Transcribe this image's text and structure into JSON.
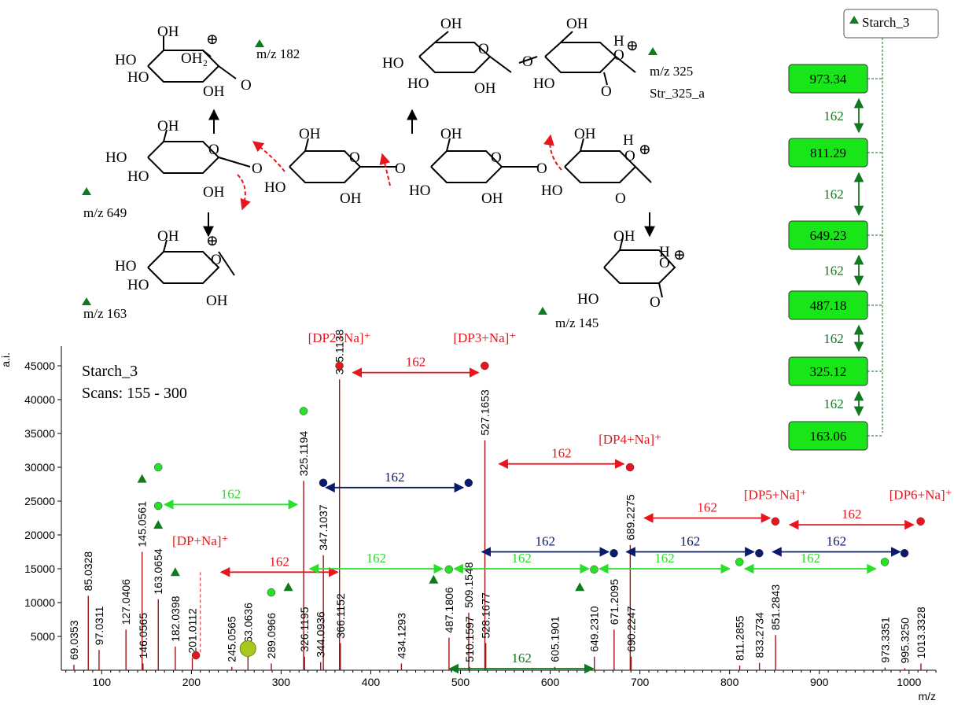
{
  "chart_data": {
    "type": "mass-spectrum",
    "y_axis_label": "a.i.",
    "x_axis_label": "m/z",
    "xlim": [
      55,
      1030
    ],
    "ylim": [
      0,
      47000
    ],
    "x_ticks": [
      100,
      200,
      300,
      400,
      500,
      600,
      700,
      800,
      900,
      1000
    ],
    "y_ticks": [
      5000,
      10000,
      15000,
      20000,
      25000,
      30000,
      35000,
      40000,
      45000
    ],
    "info_lines": [
      "Starch_3",
      "Scans: 155 - 300"
    ],
    "peaks": [
      {
        "mz": 69.0353,
        "intensity": 800,
        "label": "69.0353"
      },
      {
        "mz": 85.0328,
        "intensity": 11000,
        "label": "85.0328"
      },
      {
        "mz": 97.0311,
        "intensity": 3000,
        "label": "97.0311"
      },
      {
        "mz": 127.0406,
        "intensity": 6000,
        "label": "127.0406"
      },
      {
        "mz": 145.0561,
        "intensity": 17500,
        "label": "145.0561"
      },
      {
        "mz": 146.0565,
        "intensity": 1000,
        "label": "146.0565"
      },
      {
        "mz": 163.0654,
        "intensity": 10500,
        "label": "163.0654"
      },
      {
        "mz": 182.0398,
        "intensity": 3500,
        "label": "182.0398"
      },
      {
        "mz": 201.0112,
        "intensity": 1800,
        "label": "201.0112"
      },
      {
        "mz": 245.0565,
        "intensity": 500,
        "label": "245.0565"
      },
      {
        "mz": 263.0636,
        "intensity": 2500,
        "label": "263.0636"
      },
      {
        "mz": 289.0966,
        "intensity": 1000,
        "label": "289.0966"
      },
      {
        "mz": 325.1194,
        "intensity": 28000,
        "label": "325.1194"
      },
      {
        "mz": 326.1195,
        "intensity": 2000,
        "label": "326.1195"
      },
      {
        "mz": 344.0936,
        "intensity": 1200,
        "label": "344.0936"
      },
      {
        "mz": 347.1037,
        "intensity": 17000,
        "label": "347.1037"
      },
      {
        "mz": 365.1138,
        "intensity": 43000,
        "label": "365.1138"
      },
      {
        "mz": 366.1152,
        "intensity": 4000,
        "label": "366.1152"
      },
      {
        "mz": 434.1293,
        "intensity": 1000,
        "label": "434.1293"
      },
      {
        "mz": 487.1806,
        "intensity": 4800,
        "label": "487.1806"
      },
      {
        "mz": 509.1548,
        "intensity": 8500,
        "label": "509.1548"
      },
      {
        "mz": 510.1597,
        "intensity": 500,
        "label": "510.1597"
      },
      {
        "mz": 527.1653,
        "intensity": 34000,
        "label": "527.1653"
      },
      {
        "mz": 528.1677,
        "intensity": 4000,
        "label": "528.1677"
      },
      {
        "mz": 605.1901,
        "intensity": 500,
        "label": "605.1901"
      },
      {
        "mz": 649.231,
        "intensity": 2000,
        "label": "649.2310"
      },
      {
        "mz": 671.2095,
        "intensity": 6000,
        "label": "671.2095"
      },
      {
        "mz": 689.2275,
        "intensity": 18500,
        "label": "689.2275"
      },
      {
        "mz": 690.2247,
        "intensity": 2000,
        "label": "690.2247"
      },
      {
        "mz": 811.2855,
        "intensity": 700,
        "label": "811.2855"
      },
      {
        "mz": 833.2734,
        "intensity": 1100,
        "label": "833.2734"
      },
      {
        "mz": 851.2843,
        "intensity": 5200,
        "label": "851.2843"
      },
      {
        "mz": 973.3351,
        "intensity": 400,
        "label": "973.3351"
      },
      {
        "mz": 995.325,
        "intensity": 300,
        "label": "995.3250"
      },
      {
        "mz": 1013.3328,
        "intensity": 1000,
        "label": "1013.3328"
      }
    ],
    "ion_labels": [
      {
        "mz": 210,
        "intensity": 18500,
        "text": "[DP+Na]⁺"
      },
      {
        "mz": 365,
        "intensity": 48500,
        "text": "[DP2+Na]⁺"
      },
      {
        "mz": 527,
        "intensity": 48500,
        "text": "[DP3+Na]⁺"
      },
      {
        "mz": 689,
        "intensity": 33500,
        "text": "[DP4+Na]⁺"
      },
      {
        "mz": 851,
        "intensity": 25300,
        "text": "[DP5+Na]⁺"
      },
      {
        "mz": 1013,
        "intensity": 25300,
        "text": "[DP6+Na]⁺"
      }
    ],
    "series_arrows": [
      {
        "color": "red",
        "from": 233,
        "to": 363,
        "intensity": 14500,
        "label": "162"
      },
      {
        "color": "red",
        "from": 380,
        "to": 520,
        "intensity": 44000,
        "label": "162"
      },
      {
        "color": "red",
        "from": 543,
        "to": 682,
        "intensity": 30500,
        "label": "162"
      },
      {
        "color": "red",
        "from": 705,
        "to": 845,
        "intensity": 22500,
        "label": "162"
      },
      {
        "color": "red",
        "from": 867,
        "to": 1005,
        "intensity": 21500,
        "label": "162"
      },
      {
        "color": "navy",
        "from": 350,
        "to": 503,
        "intensity": 27000,
        "label": "162"
      },
      {
        "color": "navy",
        "from": 524,
        "to": 665,
        "intensity": 17500,
        "label": "162"
      },
      {
        "color": "navy",
        "from": 685,
        "to": 827,
        "intensity": 17500,
        "label": "162"
      },
      {
        "color": "navy",
        "from": 848,
        "to": 990,
        "intensity": 17500,
        "label": "162"
      },
      {
        "color": "lime",
        "from": 170,
        "to": 318,
        "intensity": 24500,
        "label": "162"
      },
      {
        "color": "lime",
        "from": 332,
        "to": 480,
        "intensity": 15000,
        "label": "162"
      },
      {
        "color": "lime",
        "from": 493,
        "to": 643,
        "intensity": 15000,
        "label": "162"
      },
      {
        "color": "lime",
        "from": 655,
        "to": 800,
        "intensity": 15000,
        "label": "162"
      },
      {
        "color": "lime",
        "from": 817,
        "to": 963,
        "intensity": 15000,
        "label": "162"
      },
      {
        "color": "green",
        "from": 488,
        "to": 648,
        "intensity": 0,
        "label": "162"
      }
    ],
    "markers": [
      {
        "shape": "circle",
        "color": "red",
        "mz": 205,
        "intensity": 2200
      },
      {
        "shape": "circle",
        "color": "red",
        "mz": 365,
        "intensity": 45000
      },
      {
        "shape": "circle",
        "color": "red",
        "mz": 527,
        "intensity": 45000
      },
      {
        "shape": "circle",
        "color": "red",
        "mz": 689,
        "intensity": 30000
      },
      {
        "shape": "circle",
        "color": "red",
        "mz": 851,
        "intensity": 22000
      },
      {
        "shape": "circle",
        "color": "red",
        "mz": 1013,
        "intensity": 22000
      },
      {
        "shape": "circle",
        "color": "navy",
        "mz": 347,
        "intensity": 27700
      },
      {
        "shape": "circle",
        "color": "navy",
        "mz": 509,
        "intensity": 27700
      },
      {
        "shape": "circle",
        "color": "navy",
        "mz": 671,
        "intensity": 17300
      },
      {
        "shape": "circle",
        "color": "navy",
        "mz": 833,
        "intensity": 17300
      },
      {
        "shape": "circle",
        "color": "navy",
        "mz": 995,
        "intensity": 17300
      },
      {
        "shape": "circle",
        "color": "lime",
        "mz": 163,
        "intensity": 30000
      },
      {
        "shape": "circle",
        "color": "lime",
        "mz": 163,
        "intensity": 24300
      },
      {
        "shape": "circle",
        "color": "lime",
        "mz": 289,
        "intensity": 11500
      },
      {
        "shape": "circle",
        "color": "lime",
        "mz": 325,
        "intensity": 38300
      },
      {
        "shape": "circle",
        "color": "lime",
        "mz": 487,
        "intensity": 14900
      },
      {
        "shape": "circle",
        "color": "lime",
        "mz": 649,
        "intensity": 14900
      },
      {
        "shape": "circle",
        "color": "lime",
        "mz": 811,
        "intensity": 16000
      },
      {
        "shape": "circle",
        "color": "lime",
        "mz": 973,
        "intensity": 16000
      },
      {
        "shape": "triangle",
        "color": "green",
        "mz": 145,
        "intensity": 28300
      },
      {
        "shape": "triangle",
        "color": "green",
        "mz": 163,
        "intensity": 21500
      },
      {
        "shape": "triangle",
        "color": "green",
        "mz": 182,
        "intensity": 14500
      },
      {
        "shape": "triangle",
        "color": "green",
        "mz": 308,
        "intensity": 12300
      },
      {
        "shape": "triangle",
        "color": "green",
        "mz": 470,
        "intensity": 13400
      },
      {
        "shape": "triangle",
        "color": "green",
        "mz": 633,
        "intensity": 12300
      },
      {
        "shape": "big-circle",
        "color": "olive",
        "mz": 263,
        "intensity": 3200
      }
    ],
    "ladder": {
      "legend": "Starch_3",
      "values": [
        "973.34",
        "811.29",
        "649.23",
        "487.18",
        "325.12",
        "163.06"
      ],
      "step_labels": [
        "162",
        "162",
        "162",
        "162",
        "162"
      ]
    },
    "structure_labels": {
      "mz182": "m/z 182",
      "mz325": "m/z 325",
      "str325": "Str_325_a",
      "mz649": "m/z 649",
      "mz163": "m/z 163",
      "mz145": "m/z 145"
    },
    "colors": {
      "red": "#e8141e",
      "navy": "#0a1a6e",
      "lime": "#28e028",
      "green": "#0f7a1e",
      "olive": "#a8c81e",
      "peak": "#a01414",
      "ladder_fill": "#19e619",
      "ladder_link": "#1e6e1e"
    }
  }
}
